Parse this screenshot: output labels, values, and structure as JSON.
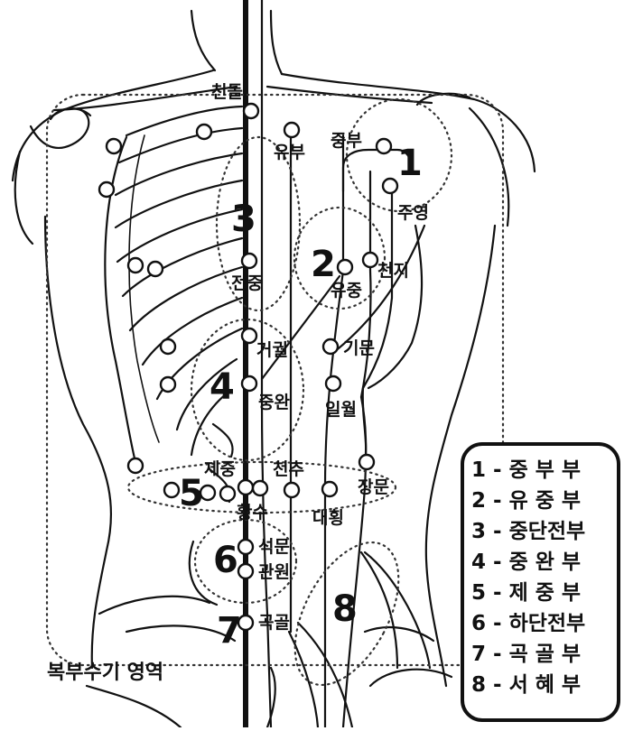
{
  "points": [
    {
      "label": "천돌"
    },
    {
      "label": "유부"
    },
    {
      "label": "중부"
    },
    {
      "label": "주영"
    },
    {
      "label": "천지"
    },
    {
      "label": "유중"
    },
    {
      "label": "전중"
    },
    {
      "label": "거궐"
    },
    {
      "label": "기문"
    },
    {
      "label": "중완"
    },
    {
      "label": "일월"
    },
    {
      "label": "제중"
    },
    {
      "label": "천추"
    },
    {
      "label": "장문"
    },
    {
      "label": "황수"
    },
    {
      "label": "대횡"
    },
    {
      "label": "석문"
    },
    {
      "label": "관원"
    },
    {
      "label": "곡골"
    }
  ],
  "zones": [
    "1",
    "2",
    "3",
    "4",
    "5",
    "6",
    "7",
    "8"
  ],
  "caption": "복부수기 영역",
  "legend": [
    "1 - 중 부  부",
    "2 - 유 중  부",
    "3 - 중단전부",
    "4 - 중 완  부",
    "5 - 제 중  부",
    "6 - 하단전부",
    "7 - 곡 골  부",
    "8 - 서 혜  부"
  ],
  "colors": {
    "ink": "#111111",
    "background": "#ffffff"
  }
}
